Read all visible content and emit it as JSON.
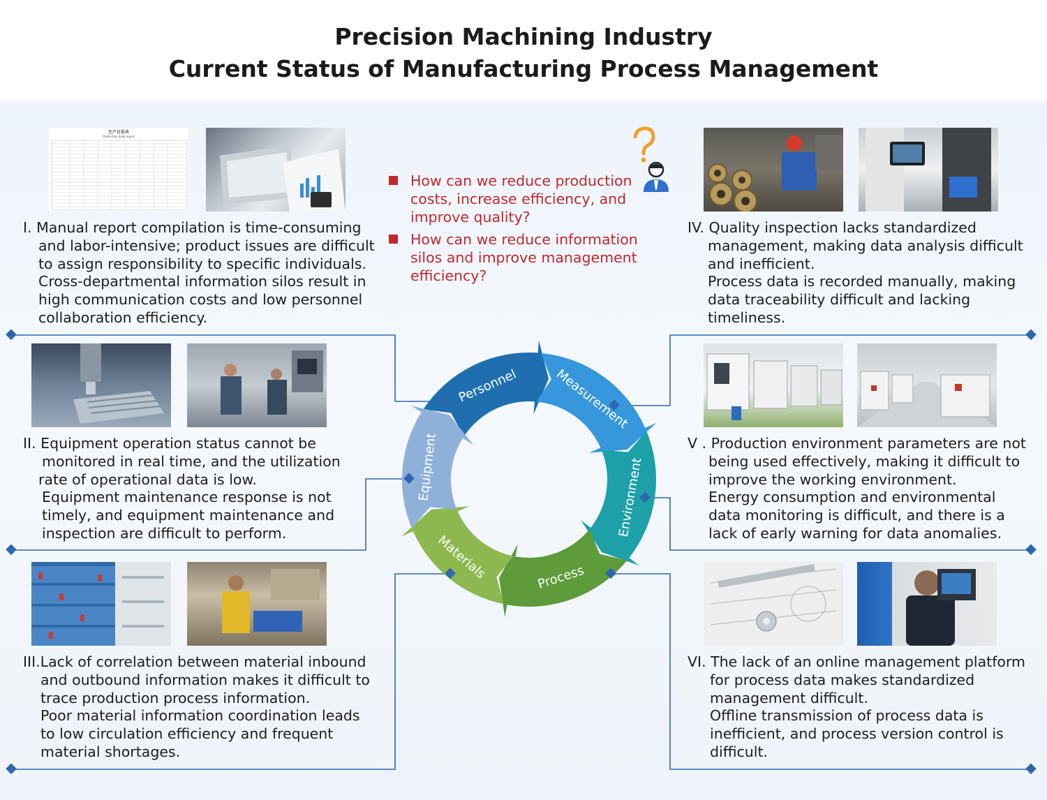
{
  "title": {
    "line1": "Precision Machining Industry",
    "line2": "Current Status of Manufacturing Process Management"
  },
  "questions": [
    {
      "lines": [
        "How can we reduce production",
        "costs, increase efficiency, and",
        "improve quality?"
      ]
    },
    {
      "lines": [
        "How can we reduce information",
        "silos and improve management",
        "efficiency?"
      ]
    }
  ],
  "panels": {
    "p1": {
      "lines": [
        "I. Manual report compilation is time-consuming",
        "and labor-intensive; product issues are difficult",
        "to assign responsibility to specific individuals.",
        "Cross-departmental information silos result in",
        "high communication costs and low personnel",
        "collaboration efficiency."
      ]
    },
    "p2": {
      "lines": [
        "II. Equipment operation status cannot be",
        "monitored in real time, and the utilization",
        "rate of operational data is low.",
        "Equipment maintenance response is not",
        "timely, and equipment maintenance and",
        "inspection are difficult to perform."
      ]
    },
    "p3": {
      "lines": [
        "III.Lack of correlation between material inbound",
        "and outbound information makes it difficult to",
        "trace production process information.",
        "Poor material information coordination leads",
        "to low circulation efficiency and frequent",
        "material shortages."
      ]
    },
    "p4": {
      "lines": [
        "IV. Quality inspection lacks standardized",
        "management, making data analysis difficult",
        "and inefficient.",
        "Process data is recorded manually, making",
        "data traceability difficult and lacking",
        "timeliness."
      ]
    },
    "p5": {
      "lines": [
        "V . Production environment parameters are not",
        "being used effectively, making it difficult to",
        "improve the working environment.",
        "Energy consumption and environmental",
        "data monitoring is difficult, and there is a",
        "lack of early warning for data anomalies."
      ]
    },
    "p6": {
      "lines": [
        "VI. The lack of an online management platform",
        "for process data makes standardized",
        "management difficult.",
        "Offline transmission of process data is",
        "inefficient, and process version control is",
        "difficult."
      ]
    }
  },
  "cycle": {
    "segments": [
      {
        "label": "Personnel",
        "color": "#1f6fb0"
      },
      {
        "label": "Measurement",
        "color": "#3797dc"
      },
      {
        "label": "Environment",
        "color": "#1ea0a8"
      },
      {
        "label": "Process",
        "color": "#5d9b3b"
      },
      {
        "label": "Materials",
        "color": "#8cb84f"
      },
      {
        "label": "Equipment",
        "color": "#8fb1d9"
      }
    ]
  },
  "report_doc": {
    "title": "生产日报表",
    "subtitle": "Production daily report"
  },
  "colors": {
    "accent_red": "#c0282d",
    "connector": "#2e66b0"
  },
  "icons": [
    "question-mark-icon",
    "worker-avatar-icon",
    "connector-diamond-icon"
  ]
}
